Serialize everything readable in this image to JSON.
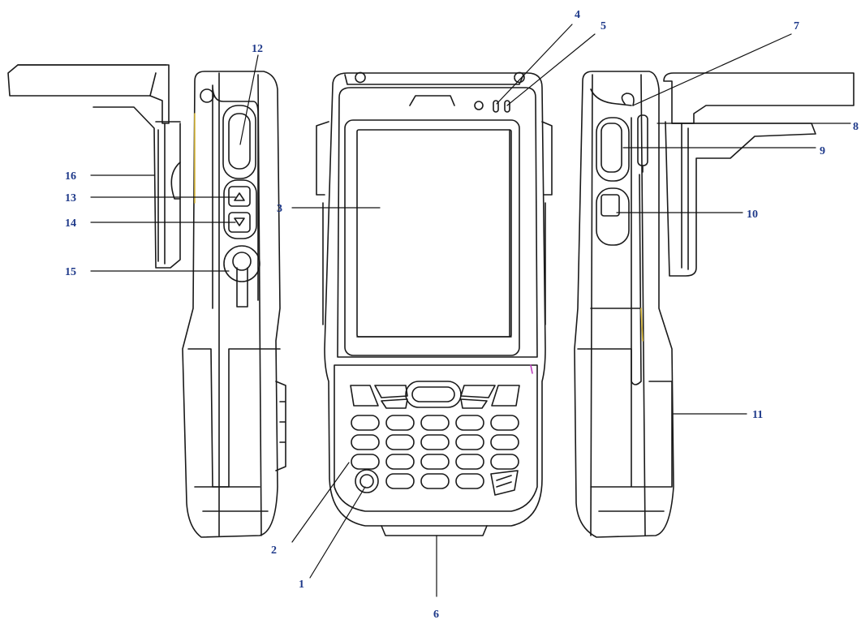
{
  "colors": {
    "line": "#1a1a1a",
    "callout_text": "#1f3a8a",
    "callout_line": "#111111",
    "accent": "#c040c0"
  },
  "callouts": [
    {
      "id": "1",
      "label": "1"
    },
    {
      "id": "2",
      "label": "2"
    },
    {
      "id": "3",
      "label": "3"
    },
    {
      "id": "4",
      "label": "4"
    },
    {
      "id": "5",
      "label": "5"
    },
    {
      "id": "6",
      "label": "6"
    },
    {
      "id": "7",
      "label": "7"
    },
    {
      "id": "8",
      "label": "8"
    },
    {
      "id": "9",
      "label": "9"
    },
    {
      "id": "10",
      "label": "10"
    },
    {
      "id": "11",
      "label": "11"
    },
    {
      "id": "12",
      "label": "12"
    },
    {
      "id": "13",
      "label": "13"
    },
    {
      "id": "14",
      "label": "14"
    },
    {
      "id": "15",
      "label": "15"
    },
    {
      "id": "16",
      "label": "16"
    }
  ]
}
